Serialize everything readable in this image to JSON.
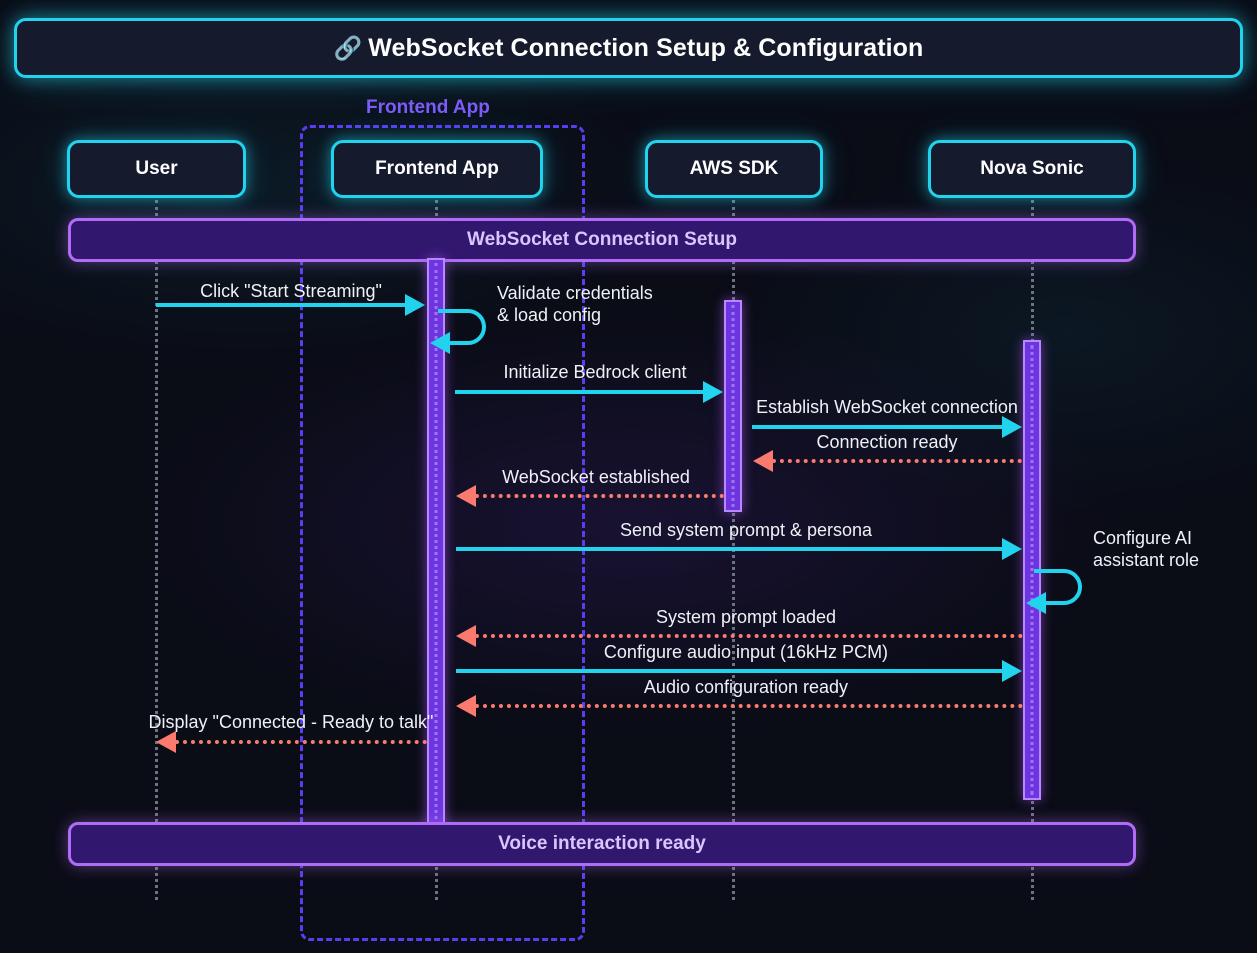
{
  "diagram": {
    "type": "sequence-diagram",
    "title": {
      "emoji": "🔗",
      "text": "WebSocket Connection Setup & Configuration"
    },
    "group": {
      "label": "Frontend App"
    },
    "participants": [
      {
        "id": "user",
        "label": "User"
      },
      {
        "id": "frontend",
        "label": "Frontend App"
      },
      {
        "id": "awssdk",
        "label": "AWS SDK"
      },
      {
        "id": "nova",
        "label": "Nova Sonic"
      }
    ],
    "banners": [
      {
        "id": "banner-top",
        "label": "WebSocket Connection Setup"
      },
      {
        "id": "banner-bottom",
        "label": "Voice interaction ready"
      }
    ],
    "messages": [
      {
        "id": "m1",
        "label": "Click \"Start Streaming\"",
        "from": "user",
        "to": "frontend",
        "kind": "solid-right"
      },
      {
        "id": "m2",
        "label": "Validate credentials\n& load config",
        "from": "frontend",
        "to": "frontend",
        "kind": "self-loop"
      },
      {
        "id": "m3",
        "label": "Initialize Bedrock client",
        "from": "frontend",
        "to": "awssdk",
        "kind": "solid-right"
      },
      {
        "id": "m4",
        "label": "Establish WebSocket connection",
        "from": "awssdk",
        "to": "nova",
        "kind": "solid-right"
      },
      {
        "id": "m5",
        "label": "Connection ready",
        "from": "nova",
        "to": "awssdk",
        "kind": "dotted-left"
      },
      {
        "id": "m6",
        "label": "WebSocket established",
        "from": "awssdk",
        "to": "frontend",
        "kind": "dotted-left"
      },
      {
        "id": "m7",
        "label": "Send system prompt & persona",
        "from": "frontend",
        "to": "nova",
        "kind": "solid-right"
      },
      {
        "id": "m8",
        "label": "Configure AI\nassistant role",
        "from": "nova",
        "to": "nova",
        "kind": "self-loop"
      },
      {
        "id": "m9",
        "label": "System prompt loaded",
        "from": "nova",
        "to": "frontend",
        "kind": "dotted-left"
      },
      {
        "id": "m10",
        "label": "Configure audio input (16kHz PCM)",
        "from": "frontend",
        "to": "nova",
        "kind": "solid-right"
      },
      {
        "id": "m11",
        "label": "Audio configuration ready",
        "from": "nova",
        "to": "frontend",
        "kind": "dotted-left"
      },
      {
        "id": "m12",
        "label": "Display \"Connected - Ready to talk\"",
        "from": "frontend",
        "to": "user",
        "kind": "dotted-left"
      }
    ],
    "labels": {
      "m1": "Click \"Start Streaming\"",
      "m2_line1": "Validate credentials",
      "m2_line2": "& load config",
      "m3": "Initialize Bedrock client",
      "m4": "Establish WebSocket connection",
      "m5": "Connection ready",
      "m6": "WebSocket established",
      "m7": "Send system prompt & persona",
      "m8_line1": "Configure AI",
      "m8_line2": "assistant role",
      "m9": "System prompt loaded",
      "m10": "Configure audio input (16kHz PCM)",
      "m11": "Audio configuration ready",
      "m12": "Display \"Connected - Ready to talk\""
    },
    "colors": {
      "background": "#0a0c16",
      "accent_cyan": "#22d3ee",
      "accent_purple": "#7c5cfa",
      "activation_fill": "#6d35e0",
      "activation_border": "#b987ff",
      "banner_fill": "#32176e",
      "banner_border": "#b06cf5",
      "banner_text": "#d9c6ff",
      "return_arrow": "#fa7a6e",
      "lifeline": "#6b7280",
      "text": "#eef2f7"
    }
  }
}
